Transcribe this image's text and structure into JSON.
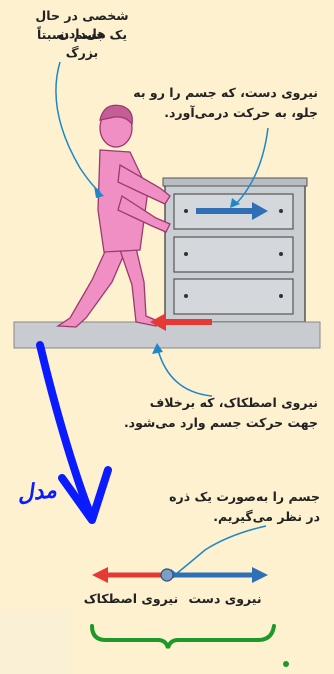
{
  "labels": {
    "person_line1": "شخصی در حال هل‌دادن",
    "person_line2": "یک جسم نسبتاً بزرگ",
    "hand_force_line1": "نیروی دست، که جسم را رو به",
    "hand_force_line2": "جلو، به حرکت درمی‌آورد.",
    "friction_line1": "نیروی اصطکاک، که برخلاف",
    "friction_line2": "جهت حرکت جسم وارد می‌شود.",
    "particle_line1": "جسم را به‌صورت یک ذره",
    "particle_line2": "در نظر می‌گیریم.",
    "hand_force_short": "نیروی دست",
    "friction_short": "نیروی اصطکاک",
    "handwritten": "مدل"
  },
  "colors": {
    "background": "#fdf1cf",
    "hand_force_arrow": "#2e6fb6",
    "friction_arrow": "#e53935",
    "person": "#f08fc4",
    "handwriting": "#0a1cff",
    "brace": "#1b9a2a"
  }
}
